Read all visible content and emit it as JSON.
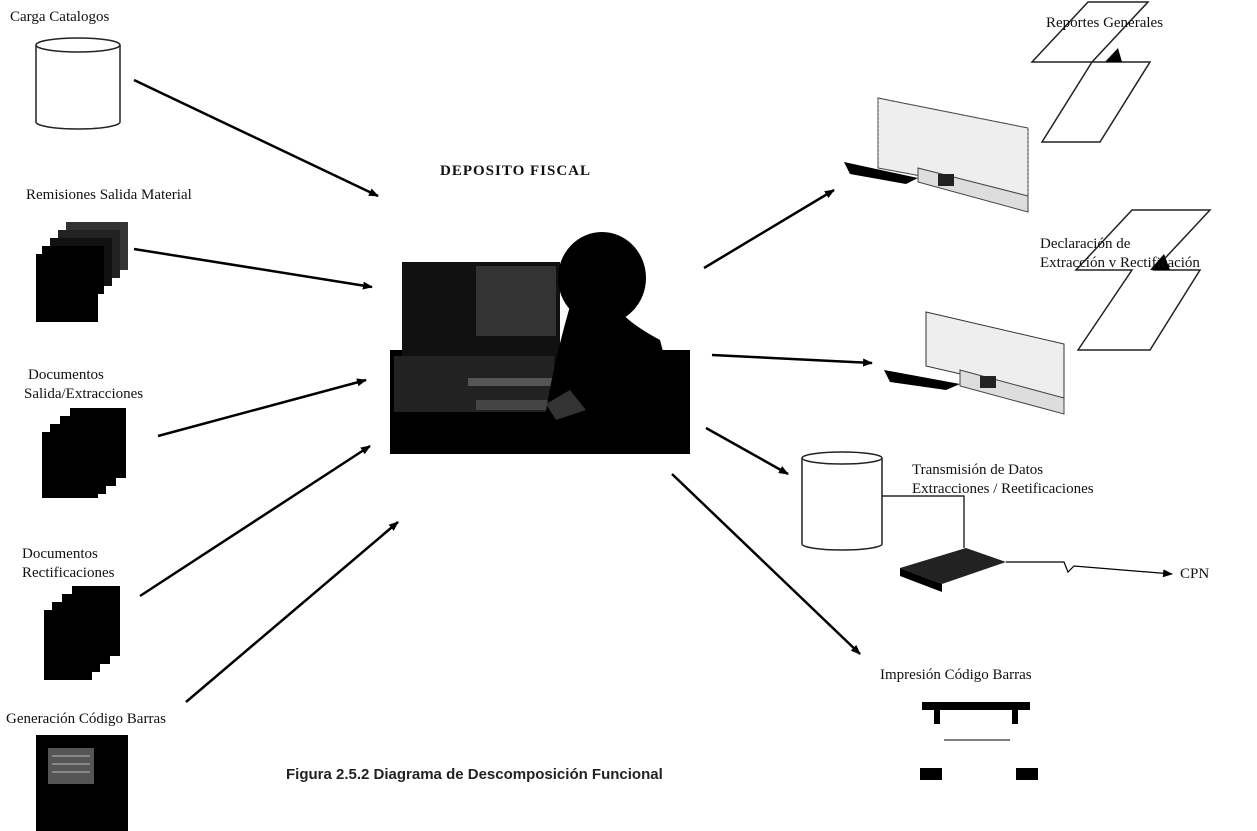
{
  "diagram": {
    "title": "DEPOSITO FISCAL",
    "caption": "Figura 2.5.2 Diagrama de Descomposición Funcional",
    "inputs": {
      "carga": "Carga Catalogos",
      "remisiones": "Remisiones Salida Material",
      "doc_salida_1": "Documentos",
      "doc_salida_2": "Salida/Extracciones",
      "doc_rect_1": "Documentos",
      "doc_rect_2": "Rectificaciones",
      "generacion": "Generación Código Barras"
    },
    "outputs": {
      "reportes": "Reportes Generales",
      "declaracion_1": "Declaración de",
      "declaracion_2": "Extracción v Rectificación",
      "transmision_1": "Transmisión de Datos",
      "transmision_2": "Extracciones / Reetificaciones",
      "cpn": "CPN",
      "impresion": "Impresión Código Barras"
    }
  }
}
